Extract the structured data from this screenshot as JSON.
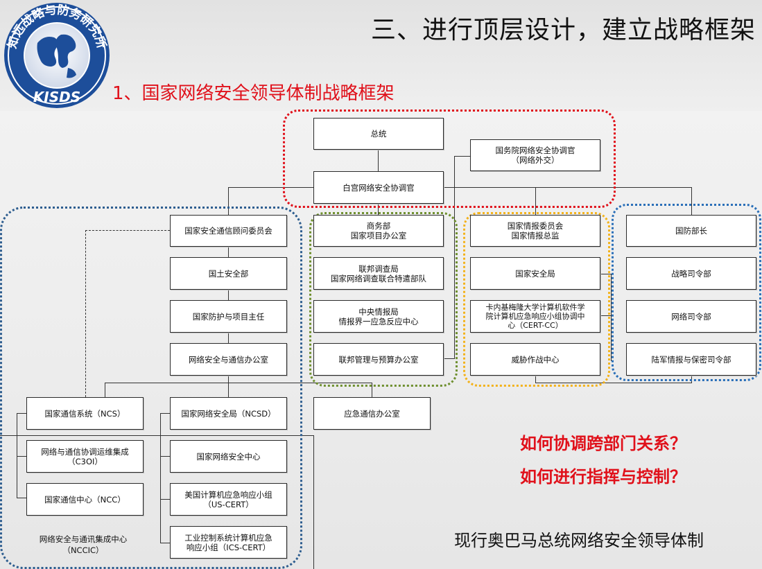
{
  "header": {
    "title": "三、进行顶层设计，建立战略框架",
    "subtitle": "1、国家网络安全领导体制战略框架",
    "logo_text_top": "知远战略与防务研究所",
    "logo_text_bottom": "KISDS"
  },
  "nodes": {
    "president": "总统",
    "whitehouse": "白宫网络安全协调官",
    "state_dept": "国务院网络安全协调官\n（网络外交）",
    "nstac": "国家安全通信顾问委员会",
    "dhs": "国土安全部",
    "nppd": "国家防护与项目主任",
    "cs_c": "网络安全与通信办公室",
    "ncs": "国家通信系统（NCS）",
    "ncsd": "国家网络安全局（NCSD）",
    "oec": "应急通信办公室",
    "c3oi": "网络与通信协调运维集成\n（C3OI）",
    "ncc": "国家通信中心（NCC）",
    "ncsc": "国家网络安全中心",
    "uscert": "美国计算机应急响应小组\n（US-CERT）",
    "icscert": "工业控制系统计算机应急\n响应小组（ICS-CERT）",
    "commerce": "商务部\n国家项目办公室",
    "fbi": "联邦调查局\n国家网络调查联合特遣部队",
    "cia": "中央情报局\n情报界一应急反应中心",
    "omb": "联邦管理与预算办公室",
    "dni": "国家情报委员会\n国家情报总监",
    "nsa": "国家安全局",
    "cmu": "卡内基梅隆大学计算机软件学\n院计算机应急响应小组协调中\n心（CERT-CC）",
    "ttoc": "威胁作战中心",
    "secdef": "国防部长",
    "stratcom": "战略司令部",
    "cybercom": "网络司令部",
    "inscom": "陆军情报与保密司令部"
  },
  "nccic_label": "网络安全与通讯集成中心\n（NCCIC）",
  "questions": [
    "如何协调跨部门关系？",
    "如何进行指挥与控制？"
  ],
  "caption": "现行奥巴马总统网络安全领导体制",
  "colors": {
    "title_red": "#e0101a",
    "group_red": "#e0101a",
    "group_green": "#6e8f2e",
    "group_yellow": "#f3b21a",
    "group_blue": "#2a6fb8",
    "group_navy": "#2d5d8f",
    "logo_blue": "#1d4e9a"
  }
}
